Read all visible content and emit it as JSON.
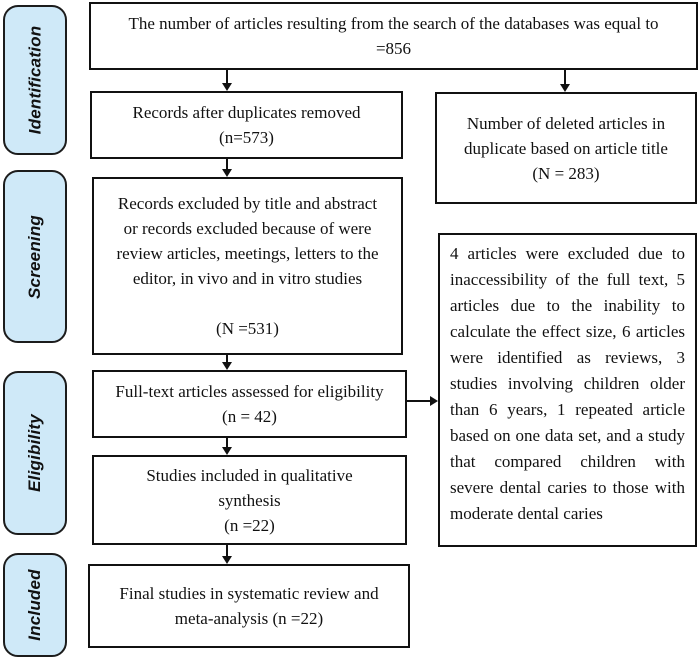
{
  "sidebar": {
    "stages": [
      {
        "label": "Identification"
      },
      {
        "label": "Screening"
      },
      {
        "label": "Eligibility"
      },
      {
        "label": "Included"
      }
    ]
  },
  "flow": {
    "search_total": "The number of articles resulting from the search of the databases was equal to\n=856",
    "duplicates_removed": "Records after duplicates removed\n(n=573)",
    "deleted_duplicates": "Number of deleted articles in\nduplicate based on article title\n(N = 283)",
    "records_excluded": "Records excluded by title and abstract\nor records excluded because of were\nreview articles, meetings, letters to the\neditor, in vivo and in vitro studies\n\n(N =531)",
    "fulltext_assessed": "Full-text articles assessed for eligibility\n(n = 42)",
    "exclusion_reasons": "4 articles were excluded due to inaccessibility of the full text, 5 articles due to the inability to calculate the effect size, 6 articles were identified as reviews, 3 studies involving children older than 6 years, 1 repeated article based on one data set, and a study that compared children with severe dental caries to those with moderate dental caries",
    "qualitative_synthesis": "Studies included in qualitative\nsynthesis\n(n =22)",
    "final_studies": "Final studies in systematic review and\nmeta-analysis (n =22)"
  },
  "colors": {
    "stage_fill": "#cfe9f8",
    "stage_border": "#1c1c1c",
    "box_border": "#111111",
    "arrow": "#111111"
  }
}
